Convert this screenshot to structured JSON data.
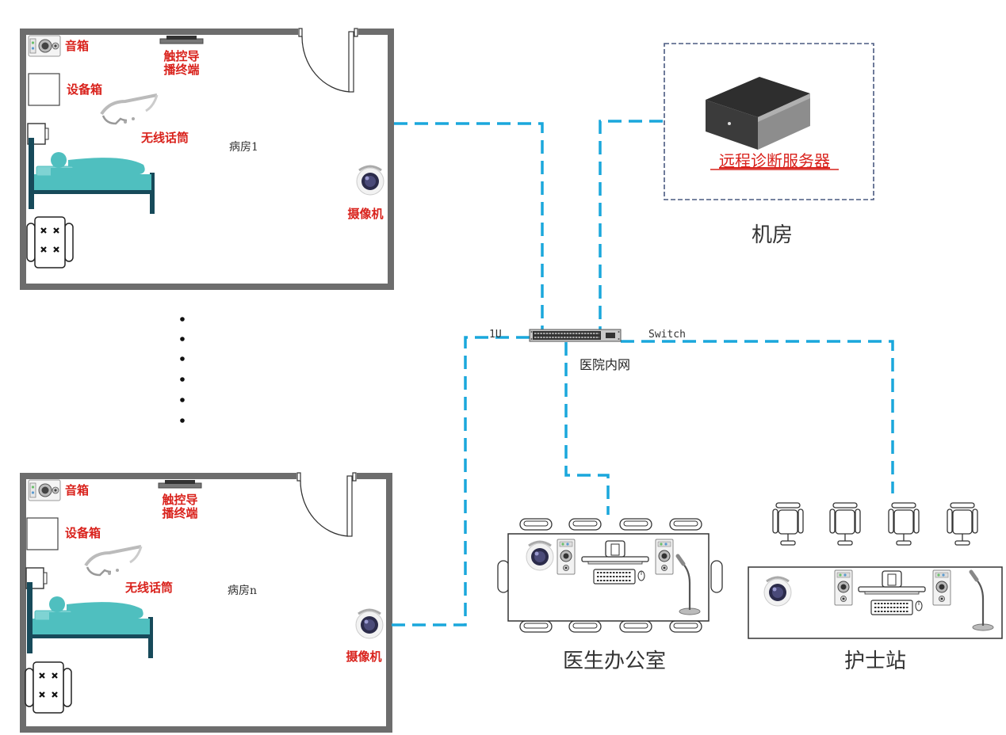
{
  "colors": {
    "network_line": "#1aa7dc",
    "wall": "#6d6d6d",
    "label_red": "#d9221c",
    "bed": "#4fbfbf",
    "bed_frame": "#174a5a",
    "server_box_border": "#4a5a80"
  },
  "ward1": {
    "speaker_label": "音箱",
    "touch_label_1": "触控导",
    "touch_label_2": "播终端",
    "equipment_box_label": "设备箱",
    "wireless_mic_label": "无线话筒",
    "room_name": "病房1",
    "camera_label": "摄像机"
  },
  "ward_n": {
    "speaker_label": "音箱",
    "touch_label_1": "触控导",
    "touch_label_2": "播终端",
    "equipment_box_label": "设备箱",
    "wireless_mic_label": "无线话筒",
    "room_name": "病房n",
    "camera_label": "摄像机"
  },
  "server_room": {
    "server_label": "远程诊断服务器",
    "room_name": "机房"
  },
  "switch": {
    "size_label": "1U",
    "device_label": "Switch",
    "network_label": "医院内网"
  },
  "doctor_office": {
    "name": "医生办公室"
  },
  "nurse_station": {
    "name": "护士站"
  },
  "icons": [
    "speaker-icon",
    "touch-terminal-icon",
    "equipment-box-icon",
    "wireless-mic-icon",
    "bed-icon",
    "chair-icon",
    "camera-icon",
    "door-icon",
    "server-icon",
    "switch-icon",
    "monitor-icon",
    "keyboard-icon",
    "mouse-icon",
    "gooseneck-mic-icon"
  ]
}
